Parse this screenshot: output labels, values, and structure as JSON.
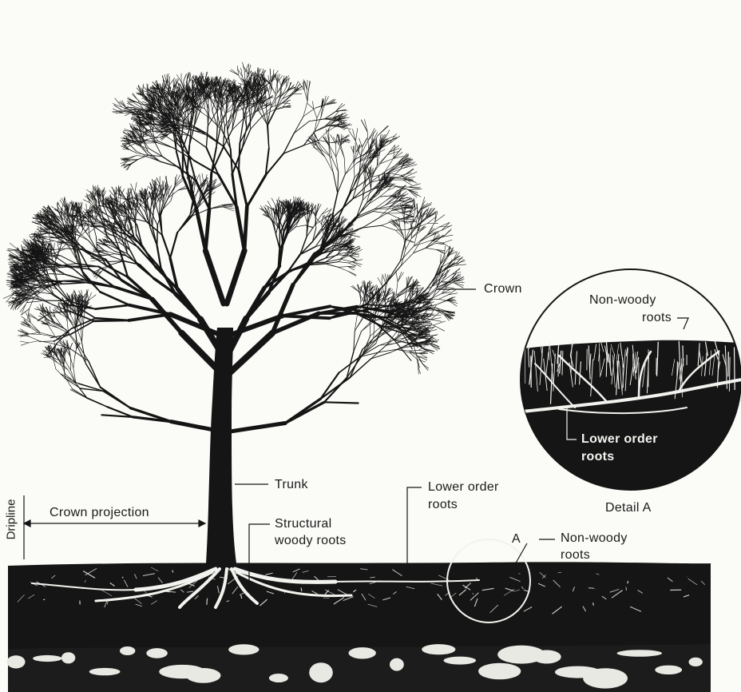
{
  "labels": {
    "crown": "Crown",
    "trunk": "Trunk",
    "dripline": "Dripline",
    "crown_projection": "Crown projection",
    "structural_woody_roots_1": "Structural",
    "structural_woody_roots_2": "woody roots",
    "lower_order_roots_1": "Lower order",
    "lower_order_roots_2": "roots",
    "non_woody_roots_1": "Non-woody",
    "non_woody_roots_2": "roots",
    "circle_marker": "A",
    "detail_non_woody_1": "Non-woody",
    "detail_non_woody_2": "roots",
    "detail_lower_order_1": "Lower order",
    "detail_lower_order_2": "roots",
    "detail_caption": "Detail A"
  },
  "colors": {
    "ink": "#151515",
    "background": "#fbfbf8",
    "root_white": "#f2f2ee",
    "rock": "#e9e9e4"
  }
}
